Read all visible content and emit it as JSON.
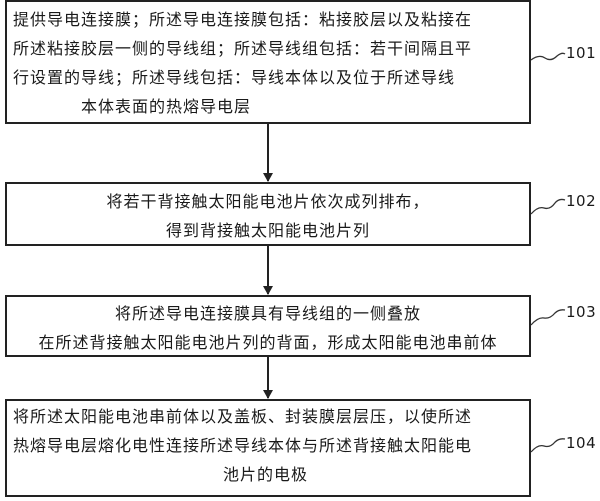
{
  "steps": [
    {
      "id": "101",
      "lines": [
        "提供导电连接膜；所述导电连接膜包括：粘接胶层以及粘接在",
        "所述粘接胶层一侧的导线组；所述导线组包括：若干间隔且平",
        "行设置的导线；所述导线包括：导线本体以及位于所述导线",
        "本体表面的热熔导电层"
      ]
    },
    {
      "id": "102",
      "lines": [
        "将若干背接触太阳能电池片依次成列排布，",
        "得到背接触太阳能电池片列"
      ]
    },
    {
      "id": "103",
      "lines": [
        "将所述导电连接膜具有导线组的一侧叠放",
        "在所述背接触太阳能电池片列的背面，形成太阳能电池串前体"
      ]
    },
    {
      "id": "104",
      "lines": [
        "将所述太阳能电池串前体以及盖板、封装膜层层压，以使所述",
        "热熔导电层熔化电性连接所述导线本体与所述背接触太阳能电",
        "池片的电极"
      ]
    }
  ]
}
